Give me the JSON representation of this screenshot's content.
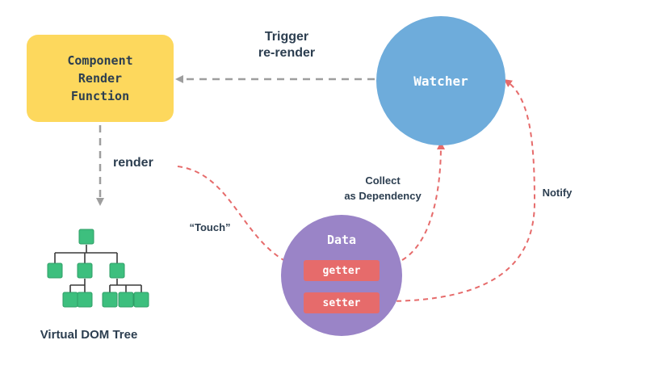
{
  "nodes": {
    "component_render_function": "Component\nRender\nFunction",
    "watcher": "Watcher",
    "data": {
      "title": "Data",
      "getter": "getter",
      "setter": "setter"
    },
    "virtual_dom_tree": "Virtual DOM Tree"
  },
  "edges": {
    "trigger_rerender": "Trigger\nre-render",
    "render": "render",
    "touch": "“Touch”",
    "collect_as_dependency": "Collect\nas Dependency",
    "notify": "Notify"
  },
  "colors": {
    "component_box": "#fdd85d",
    "watcher": "#6eacdb",
    "data": "#9a84c7",
    "pill": "#e66b6b",
    "tree_cube": "#3dbf7e",
    "gray_arrow": "#9e9e9e",
    "red_arrow": "#e66b6b",
    "text": "#2c3e50"
  }
}
